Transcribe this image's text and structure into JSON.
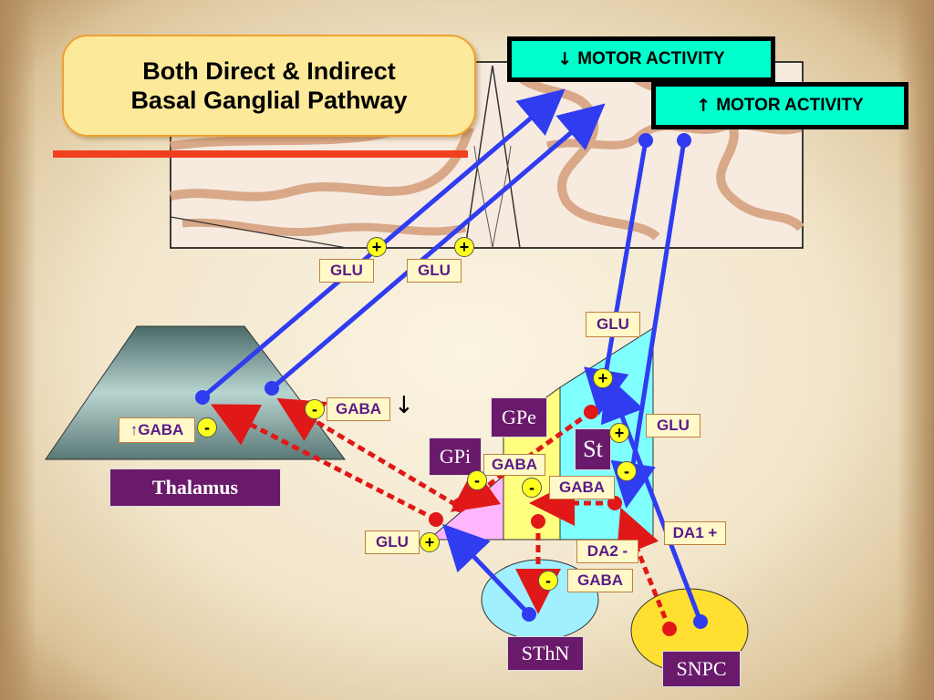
{
  "title": {
    "line1": "Both Direct & Indirect",
    "line2": "Basal Ganglial Pathway"
  },
  "motor_down": {
    "arrow": "↓",
    "label": "MOTOR ACTIVITY"
  },
  "motor_up": {
    "arrow": "↑",
    "label": "MOTOR ACTIVITY"
  },
  "nuclei": {
    "thalamus": "Thalamus",
    "gpe": "GPe",
    "gpi": "GPi",
    "st": "St",
    "sthn": "SThN",
    "snpc": "SNPC"
  },
  "labels": {
    "glu_cortex_1": "GLU",
    "glu_cortex_2": "GLU",
    "glu_striatum": "GLU",
    "glu_snpc": "GLU",
    "glu_sthn_gpi": "GLU",
    "gaba_thalamus": "↑GABA",
    "gaba_gpe_thal": "GABA",
    "gaba_gpi": "GABA",
    "gaba_gpe": "GABA",
    "gaba_sthn": "GABA",
    "da2": "DA2 -",
    "da1": "DA1 +"
  },
  "signs": {
    "cortex_1": "+",
    "cortex_2": "+",
    "striatum_top": "+",
    "striatum_mid": "+",
    "striatum_da": "-",
    "thalamus": "-",
    "gpe_thal": "-",
    "gpi": "-",
    "gpe": "-",
    "sthn_gpi": "+",
    "sthn": "-"
  },
  "colors": {
    "excitatory": "#2f3cf0",
    "inhibitory": "#e01818",
    "motor_box": "#00ffcc",
    "nucleus_label": "#6a1a6a"
  }
}
